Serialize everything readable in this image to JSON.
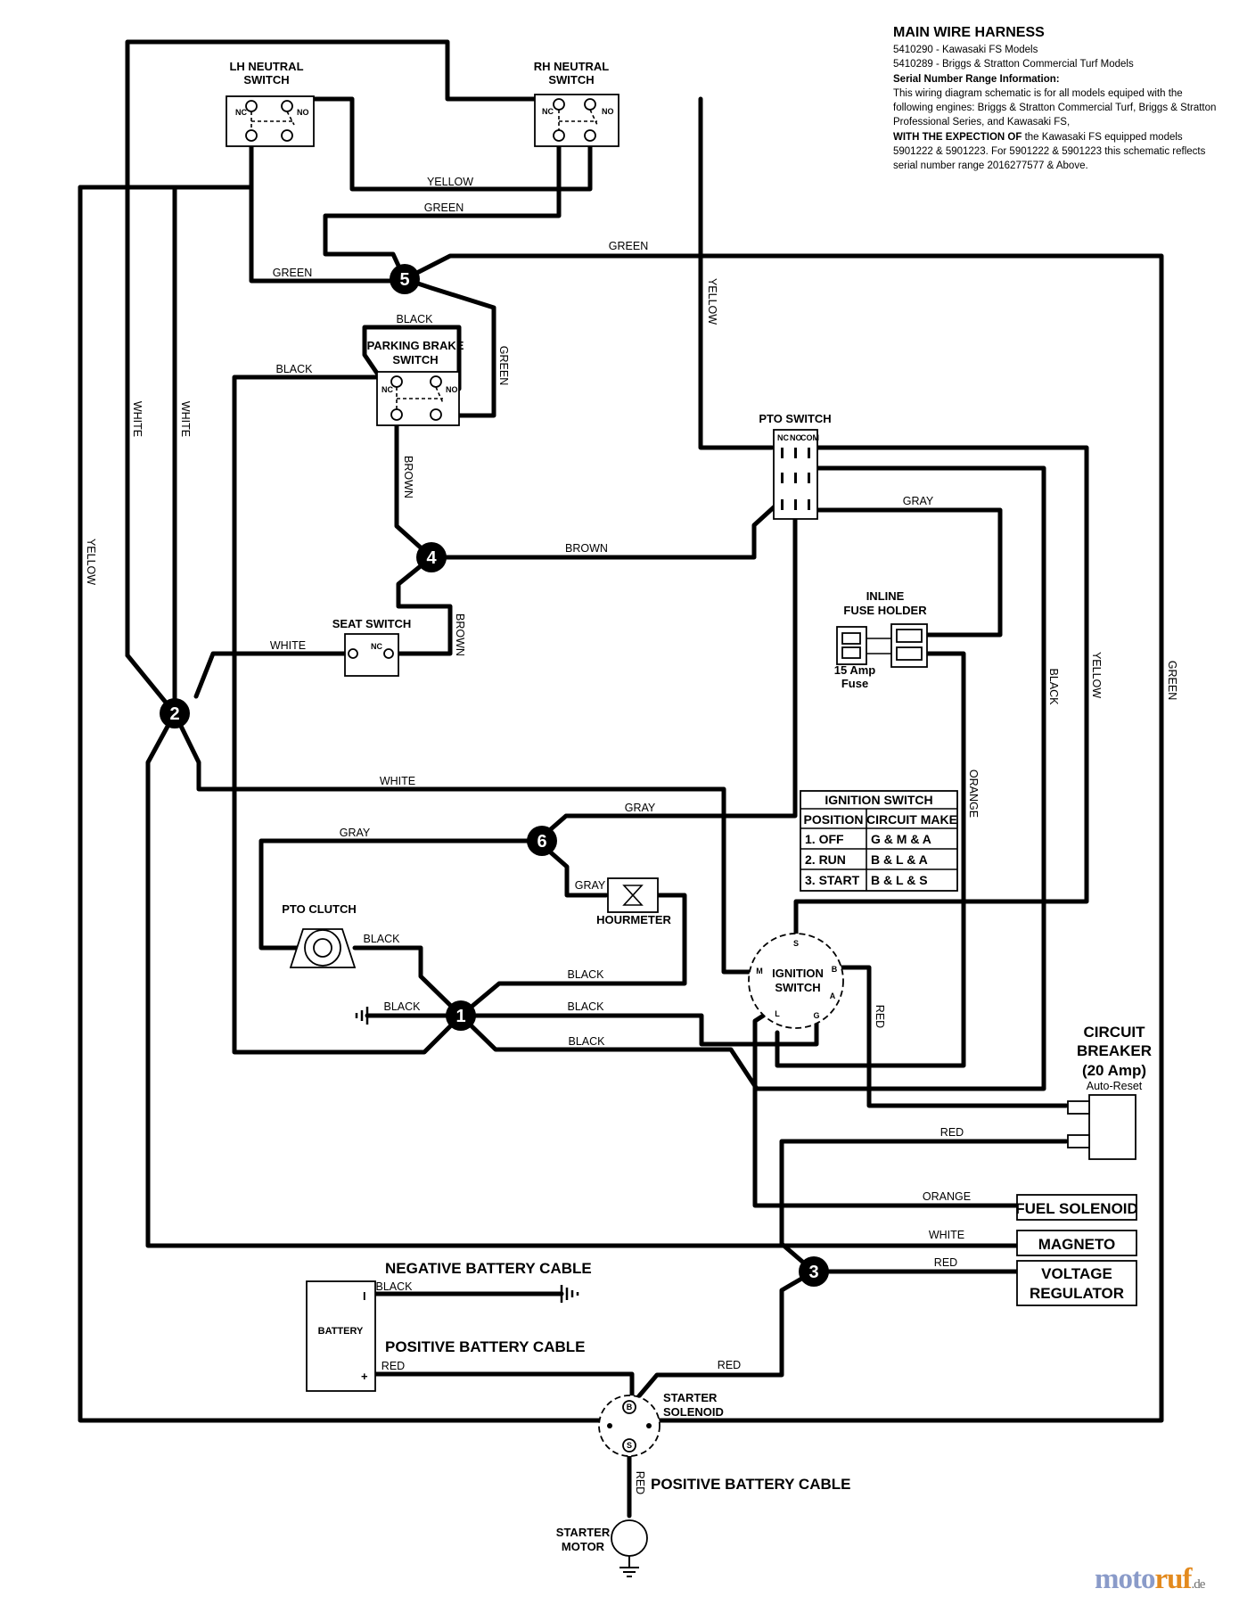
{
  "header": {
    "title": "MAIN WIRE HARNESS",
    "model_1": "5410290 - Kawasaki FS Models",
    "model_2": "5410289 - Briggs & Stratton Commercial Turf Models",
    "serial_heading": "Serial Number Range Information:",
    "note_1": "This wiring diagram schematic is for all models equiped with the following engines: Briggs & Stratton Commercial Turf, Briggs & Stratton Professional Series, and Kawasaki FS,",
    "exception_bold": "WITH THE EXPECTION OF",
    "note_2": " the Kawasaki FS equipped models 5901222 & 5901223. For 5901222 & 5901223 this schematic reflects serial number range 2016277577 & Above."
  },
  "components": {
    "lh_neutral_1": "LH NEUTRAL",
    "lh_neutral_2": "SWITCH",
    "rh_neutral_1": "RH NEUTRAL",
    "rh_neutral_2": "SWITCH",
    "parking_1": "PARKING BRAKE",
    "parking_2": "SWITCH",
    "pto_switch": "PTO SWITCH",
    "seat_switch": "SEAT SWITCH",
    "inline_1": "INLINE",
    "inline_2": "FUSE HOLDER",
    "fuse_1": "15 Amp",
    "fuse_2": "Fuse",
    "pto_clutch": "PTO CLUTCH",
    "hourmeter": "HOURMETER",
    "ign_1": "IGNITION",
    "ign_2": "SWITCH",
    "cb_1": "CIRCUIT",
    "cb_2": "BREAKER",
    "cb_3": "(20 Amp)",
    "cb_4": "Auto-Reset",
    "fuel_solenoid": "FUEL SOLENOID",
    "magneto": "MAGNETO",
    "vr_1": "VOLTAGE",
    "vr_2": "REGULATOR",
    "neg_cable": "NEGATIVE BATTERY CABLE",
    "pos_cable": "POSITIVE BATTERY CABLE",
    "pos_cable_2": "POSITIVE BATTERY CABLE",
    "battery": "BATTERY",
    "battery_minus": "I",
    "battery_plus": "+",
    "starter_sol_1": "STARTER",
    "starter_sol_2": "SOLENOID",
    "starter_motor_1": "STARTER",
    "starter_motor_2": "MOTOR"
  },
  "pins": {
    "nc": "NC",
    "no": "NO",
    "com": "COM",
    "s": "S",
    "m": "M",
    "b": "B",
    "a": "A",
    "l": "L",
    "g": "G",
    "sol_b": "B",
    "sol_s": "S"
  },
  "junctions": [
    "1",
    "2",
    "3",
    "4",
    "5",
    "6"
  ],
  "wire_labels": {
    "yellow_top": "YELLOW",
    "green_top": "GREEN",
    "green_lh": "GREEN",
    "green_right": "GREEN",
    "yellow_vert_mid": "YELLOW",
    "black_park_top": "BLACK",
    "green_vert": "GREEN",
    "black_left": "BLACK",
    "white_1": "WHITE",
    "white_2": "WHITE",
    "yellow_left": "YELLOW",
    "brown_vert": "BROWN",
    "brown_h": "BROWN",
    "brown_seat": "BROWN",
    "white_seat": "WHITE",
    "gray_pto": "GRAY",
    "black_right": "BLACK",
    "yellow_right": "YELLOW",
    "green_far": "GREEN",
    "orange_vert": "ORANGE",
    "white_mid": "WHITE",
    "gray_6_top": "GRAY",
    "gray_6_left": "GRAY",
    "gray_hour": "GRAY",
    "black_clutch": "BLACK",
    "black_hour": "BLACK",
    "black_ground": "BLACK",
    "black_mid": "BLACK",
    "black_low": "BLACK",
    "red_ign": "RED",
    "red_cb": "RED",
    "orange_fuel": "ORANGE",
    "white_mag": "WHITE",
    "red_vr": "RED",
    "black_neg": "BLACK",
    "red_pos": "RED",
    "red_sol": "RED",
    "red_motor": "RED"
  },
  "ignition_table": {
    "title": "IGNITION SWITCH",
    "col_position": "POSITION",
    "col_circuit": "CIRCUIT MAKE",
    "rows": [
      {
        "pos": "1. OFF",
        "circuit": "G & M & A"
      },
      {
        "pos": "2. RUN",
        "circuit": "B & L & A"
      },
      {
        "pos": "3. START",
        "circuit": "B & L & S"
      }
    ]
  },
  "watermark": {
    "brand_a": "moto",
    "brand_b": "ruf",
    "tld": ".de"
  }
}
